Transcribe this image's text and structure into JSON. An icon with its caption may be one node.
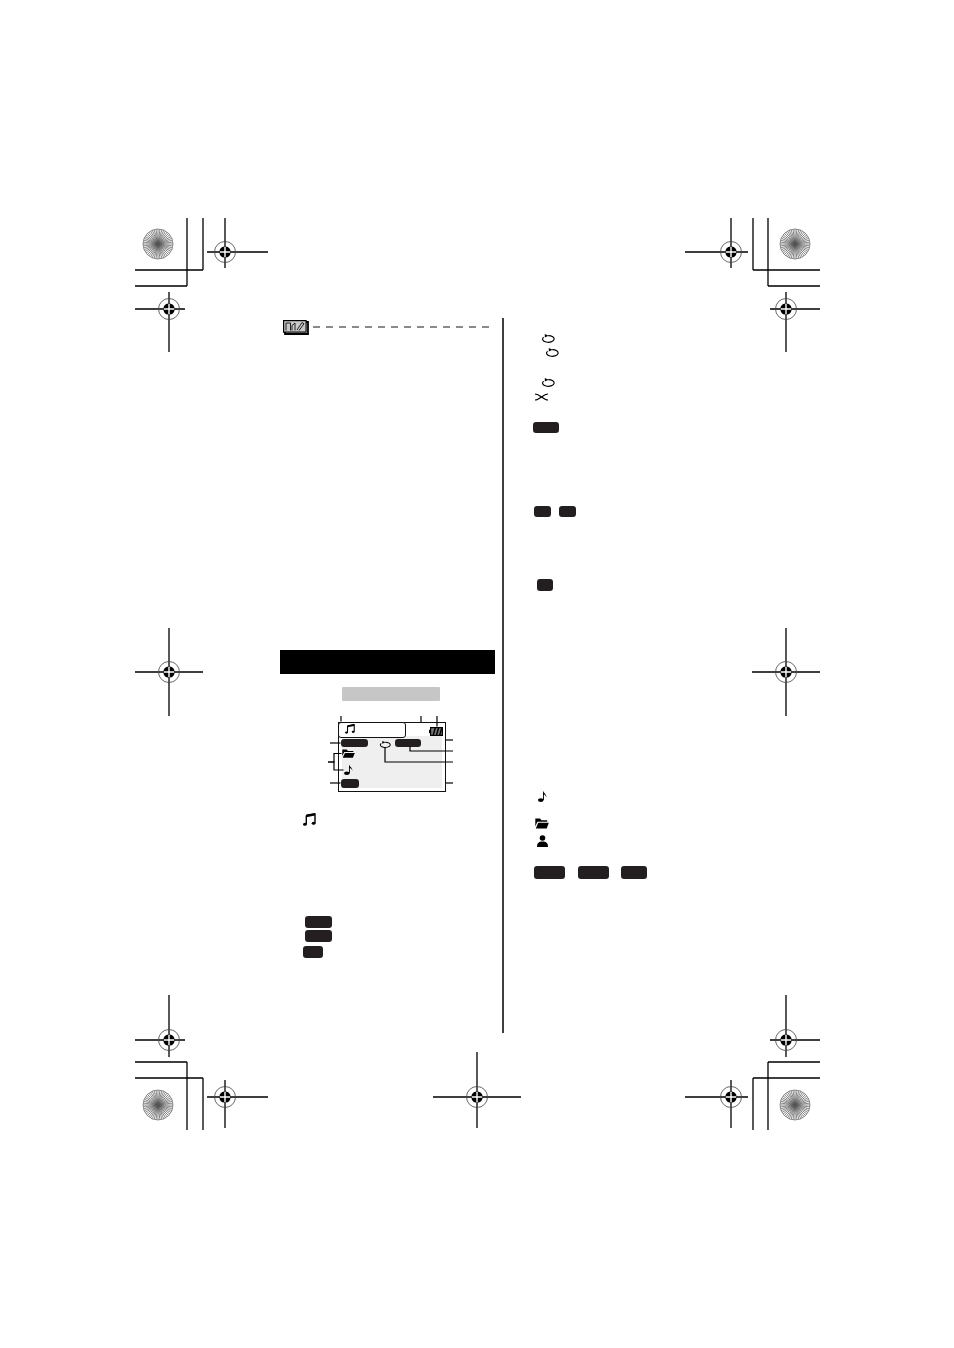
{
  "diagram": {
    "nodes": [
      {
        "text": [],
        "shape": "bar"
      },
      {
        "text": [],
        "shape": "bar"
      },
      {
        "text": [],
        "shape": "box"
      },
      {
        "text": [],
        "shape": "box",
        "in": 2
      },
      {
        "text": [],
        "shape": "picture",
        "in": 2
      },
      {
        "text": [],
        "shape": "box",
        "in": 2
      },
      {
        "text": [],
        "shape": "picture",
        "in": 2
      },
      {
        "text": [],
        "shape": "box",
        "in": 2
      },
      {
        "text": [],
        "shape": "picture",
        "in": 2
      },
      {
        "text": [],
        "shape": "picture",
        "in": 2
      },
      {
        "text": [],
        "shape": "box",
        "in": 2
      }
    ],
    "edges": [
      {
        "from": null,
        "to": 3,
        "arrow": "none"
      },
      {
        "from": null,
        "to": 2,
        "arrow": "none"
      },
      {
        "from": null,
        "to": 4,
        "arrow": "none"
      },
      {
        "from": null,
        "to": 5,
        "arrow": "none"
      },
      {
        "from": null,
        "to": 2,
        "arrow": "none"
      },
      {
        "from": null,
        "to": 8,
        "arrow": "none"
      },
      {
        "from": null,
        "to": 9,
        "arrow": "none"
      },
      {
        "from": null,
        "to": 7,
        "arrow": "none"
      },
      {
        "from": null,
        "to": 6,
        "arrow": "none"
      },
      {
        "from": null,
        "to": 10,
        "arrow": "none"
      },
      {
        "from": null,
        "to": 2,
        "arrow": "none"
      }
    ]
  }
}
